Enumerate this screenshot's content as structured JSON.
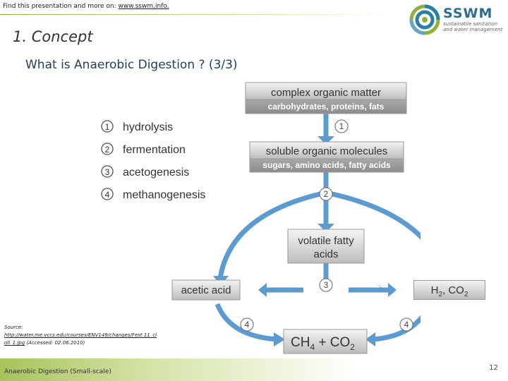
{
  "header": {
    "top_text": "Find this presentation and more on:",
    "top_link": "www.sswm.info."
  },
  "logo": {
    "word": "SSWM",
    "tagline": "sustainable sanitation and water management"
  },
  "section_title": "1. Concept",
  "subtitle": "What is Anaerobic Digestion ? (3/3)",
  "diagram": {
    "legend": [
      {
        "num": "1",
        "label": "hydrolysis"
      },
      {
        "num": "2",
        "label": "fermentation"
      },
      {
        "num": "3",
        "label": "acetogenesis"
      },
      {
        "num": "4",
        "label": "methanogenesis"
      }
    ],
    "boxes": {
      "complex_title": "complex organic matter",
      "complex_sub": "carbohydrates, proteins, fats",
      "soluble_title": "soluble organic molecules",
      "soluble_sub": "sugars, amino acids, fatty acids",
      "vfa_line1": "volatile fatty",
      "vfa_line2": "acids",
      "acetic": "acetic acid",
      "h2_main": "H",
      "h2_sub": "2",
      "h2_comma": ", CO",
      "co2_sub": "2",
      "ch4_main": "CH",
      "ch4_sub": "4",
      "ch4_plus": " + CO",
      "ch4_co2_sub": "2"
    },
    "step_markers": {
      "s1": "1",
      "s2": "2",
      "s3": "3",
      "s4a": "4",
      "s4b": "4"
    }
  },
  "source": {
    "label": "Source:",
    "link": "http://water.me.vccs.edu/courses/ENV149/changes/Fest 11_cl oll_1.jpg",
    "accessed": "(Accessed: 02.06.2010)"
  },
  "footer": {
    "text": "Anaerobic Digestion (Small-scale)",
    "page": "12"
  }
}
